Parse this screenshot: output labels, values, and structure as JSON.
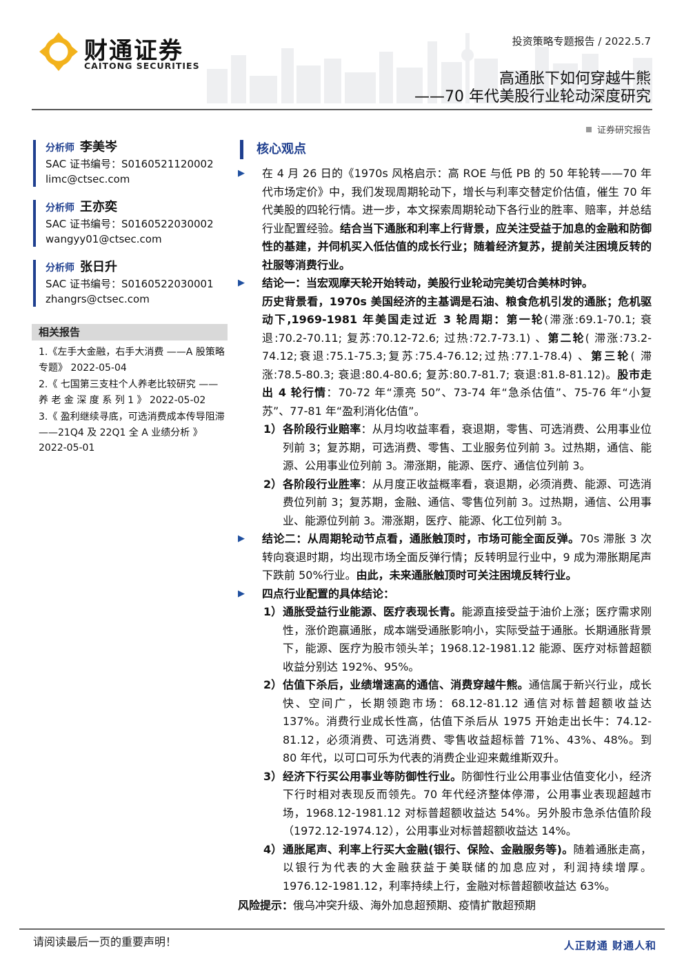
{
  "header": {
    "logo_cn": "财通证券",
    "logo_en": "CAITONG SECURITIES",
    "report_meta": "投资策略专题报告  / 2022.5.7",
    "title_line1": "高通胀下如何穿越牛熊",
    "title_line2": "——70 年代美股行业轮动深度研究",
    "report_type": "证券研究报告"
  },
  "analysts": [
    {
      "role": "分析师",
      "name": "李美岑",
      "cert": "SAC 证书编号：S0160521120002",
      "email": "limc@ctsec.com"
    },
    {
      "role": "分析师",
      "name": "王亦奕",
      "cert": "SAC 证书编号：S0160522030002",
      "email": "wangyy01@ctsec.com"
    },
    {
      "role": "分析师",
      "name": "张日升",
      "cert": "SAC 证书编号：S0160522030001",
      "email": "zhangrs@ctsec.com"
    }
  ],
  "related": {
    "heading": "相关报告",
    "items": [
      "1.《左手大金融，右手大消费 ——A 股策略专题》   2022-05-04",
      "2.《 七国第三支柱个人养老比较研究 —— 养 老 金 深 度 系 列 1 》 2022-05-02",
      "3.《 盈利继续寻底，可选消费成本传导阻滞 ——21Q4 及 22Q1 全 A 业绩分析 》   2022-05-01"
    ]
  },
  "core": {
    "title": "核心观点",
    "bullet_marker": "▶",
    "p1_a": "在 4 月 26 日的《1970s 风格启示：高 ROE 与低 PB 的 50 年轮转——70 年代市场定价》中，我们发现周期轮动下，增长与利率交替定价估值，催生 70 年代美股的四轮行情。进一步，本文探索周期轮动下各行业的胜率、赔率，并总结行业配置经验。",
    "p1_b": "结合当下通胀和利率上行背景，应关注受益于加息的金融和防御性的基建，并伺机买入低估值的成长行业；随着经济复苏，提前关注困境反转的社服等消费行业。",
    "p2_a": "结论一：当宏观摩天轮开始转动，美股行业轮动完美切合美林时钟。",
    "p2_b": "历史背景看，1970s 美国经济的主基调是石油、粮食危机引发的通胀；危机驱动下,1969-1981 年美国走过近 3 轮周期：第一轮",
    "p2_c": "(滞涨:69.1-70.1; 衰退:70.2-70.11; 复苏:70.12-72.6; 过热:72.7-73.1) 、",
    "p2_d": "第二轮",
    "p2_e": "( 滞涨:73.2-74.12;衰退:75.1-75.3;复苏:75.4-76.12;过热:77.1-78.4) 、",
    "p2_f": "第三轮",
    "p2_g": "( 滞涨:78.5-80.3; 衰退:80.4-80.6; 复苏:80.7-81.7; 衰退:81.8-81.12)。",
    "p2_h": "股市走出 4 轮行情",
    "p2_i": "：70-72 年“漂亮 50”、73-74 年“急杀估值”、75-76 年“小复苏”、77-81 年“盈利消化估值”。",
    "n1_num": "1）",
    "n1_head": "各阶段行业赔率",
    "n1_body": "：从月均收益率看，衰退期，零售、可选消费、公用事业位列前 3；复苏期，可选消费、零售、工业服务位列前 3。过热期，通信、能源、公用事业位列前 3。滞涨期，能源、医疗、通信位列前 3。",
    "n2_num": "2）",
    "n2_head": "各阶段行业胜率",
    "n2_body": "：从月度正收益概率看，衰退期，必须消费、能源、可选消费位列前 3；复苏期，金融、通信、零售位列前 3。过热期，通信、公用事业、能源位列前 3。滞涨期，医疗、能源、化工位列前 3。",
    "p3_a": "结论二：从周期轮动节点看，通胀触顶时，市场可能全面反弹。",
    "p3_b": "70s 滞胀 3 次转向衰退时期，均出现市场全面反弹行情；反转明显行业中，9 成为滞胀期尾声下跌前 50%行业。",
    "p3_c": "由此，未来通胀触顶时可关注困境反转行业。",
    "p4": "四点行业配置的具体结论：",
    "c1_num": "1）",
    "c1_head": "通胀受益行业能源、医疗表现长青。",
    "c1_body": "能源直接受益于油价上涨；医疗需求刚性，涨价跑赢通胀，成本端受通胀影响小，实际受益于通胀。长期通胀背景下，能源、医疗为股市领头羊；1968.12-1981.12 能源、医疗对标普超额收益分别达 192%、95%。",
    "c2_num": "2）",
    "c2_head": "估值下杀后，业绩增速高的通信、消费穿越牛熊。",
    "c2_body": "通信属于新兴行业，成长快、空间广，长期领跑市场：68.12-81.12 通信对标普超额收益达 137%。消费行业成长性高，估值下杀后从 1975 开始走出长牛：74.12-81.12，必须消费、可选消费、零售收益超标普 71%、43%、48%。到 80 年代，以可口可乐为代表的消费企业迎来戴维斯双升。",
    "c3_num": "3）",
    "c3_head": "经济下行买公用事业等防御性行业。",
    "c3_body": "防御性行业公用事业估值变化小，经济下行时相对表现反而领先。70 年代经济整体停滞，公用事业表现超越市场，1968.12-1981.12 对标普超额收益达 54%。另外股市急杀估值阶段（1972.12-1974.12），公用事业对标普超额收益达 14%。",
    "c4_num": "4）",
    "c4_head": "通胀尾声、利率上行买大金融(银行、保险、金融服务等)。",
    "c4_body": "随着通胀走高，以银行为代表的大金融获益于美联储的加息应对，利润持续增厚。1976.12-1981.12，利率持续上行，金融对标普超额收益达 63%。",
    "risk_label": "风险提示：",
    "risk_text": "俄乌冲突升级、海外加息超预期、疫情扩散超预期"
  },
  "footer": {
    "left": "请阅读最后一页的重要声明！",
    "right": "人正财通  财通人和"
  },
  "colors": {
    "accent": "#1f3f8f",
    "logo_gold": "#f2b21c"
  }
}
